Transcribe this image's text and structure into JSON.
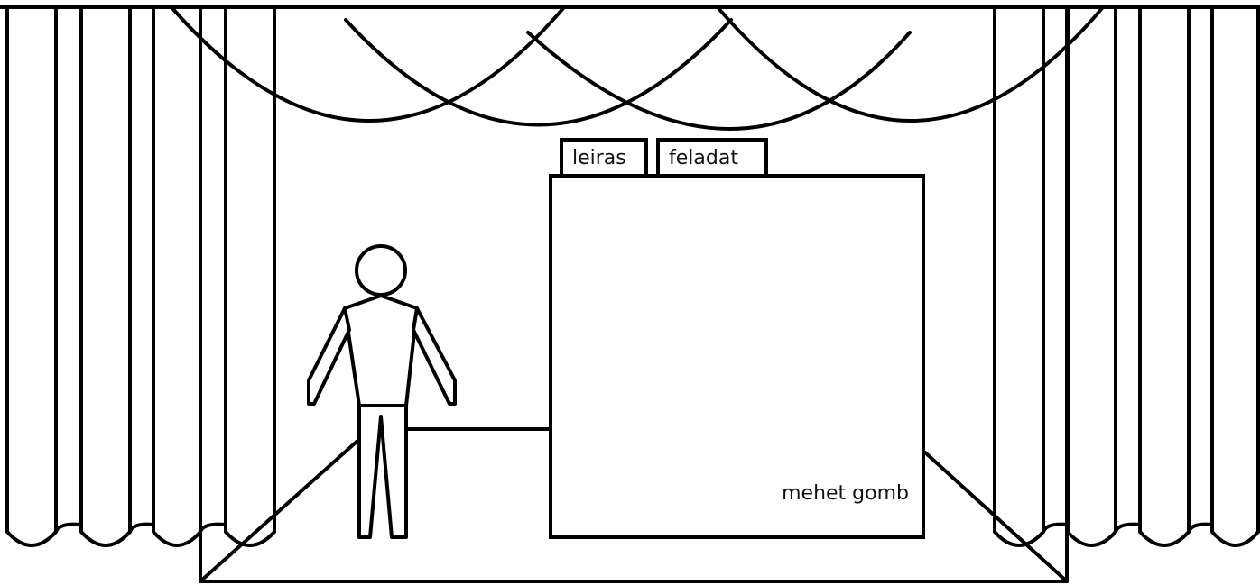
{
  "tabs": [
    {
      "label": "leiras"
    },
    {
      "label": "feladat"
    }
  ],
  "panel": {
    "next_button_label": "mehet gomb"
  }
}
